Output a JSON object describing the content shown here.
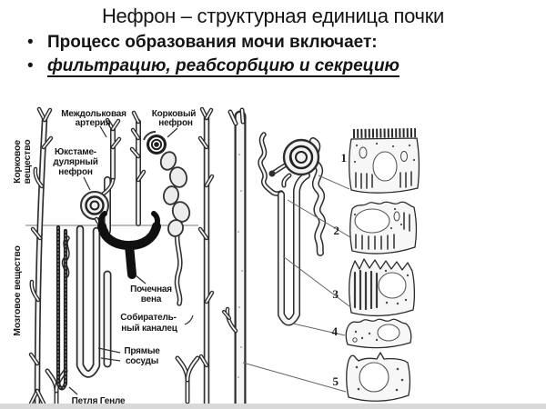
{
  "slide": {
    "title": "Нефрон – структурная единица почки",
    "bullets": [
      {
        "text": "Процесс образования мочи включает:"
      },
      {
        "text": "фильтрацию, реабсорбцию и секрецию"
      }
    ]
  },
  "left_diagram": {
    "region_labels": {
      "cortex_line1": "Корковое",
      "cortex_line2": "вещество",
      "medulla": "Мозговое вещество"
    },
    "labels": {
      "interlobular_artery_line1": "Междольковая",
      "interlobular_artery_line2": "артерия",
      "cortical_nephron_line1": "Корковый",
      "cortical_nephron_line2": "нефрон",
      "juxtamedullary_nephron_line1": "Юкстаме-",
      "juxtamedullary_nephron_line2": "дулярный",
      "juxtamedullary_nephron_line3": "нефрон",
      "renal_vein_line1": "Почечная",
      "renal_vein_line2": "вена",
      "collecting_duct_line1": "Собиратель-",
      "collecting_duct_line2": "ный каналец",
      "vasa_recta_line1": "Прямые",
      "vasa_recta_line2": "сосуды",
      "henle_loop": "Петля Генле"
    }
  },
  "right_diagram": {
    "cell_numbers": [
      "1",
      "2",
      "3",
      "4",
      "5"
    ]
  },
  "colors": {
    "ink": "#1a1a1a",
    "background": "#ffffff",
    "bottom_strip": "#d9d9d9"
  }
}
